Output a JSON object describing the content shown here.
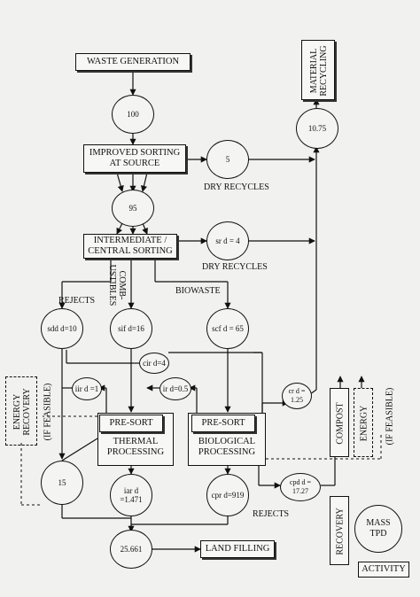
{
  "boxes": {
    "waste_generation": "WASTE GENERATION",
    "improved_sorting": "IMPROVED SORTING\nAT SOURCE",
    "intermediate_sorting": "INTERMEDIATE /\nCENTRAL SORTING",
    "presort_thermal": "PRE-SORT",
    "thermal_processing": "THERMAL\nPROCESSING",
    "presort_biological": "PRE-SORT",
    "biological_processing": "BIOLOGICAL\nPROCESSING",
    "land_filling": "LAND FILLING",
    "material_recycling": "MATERIAL\nRECYCLING",
    "energy_recovery_left": "ENERGY\nRECOVERY",
    "if_feasible_left": "(IF FEASIBLE)",
    "compost": "COMPOST",
    "energy_right": "ENERGY",
    "if_feasible_right": "(IF FEASIBLE)",
    "recovery": "RECOVERY",
    "mass_tpd": "MASS\nTPD",
    "activity": "ACTIVITY"
  },
  "circles": {
    "c100": "100",
    "c5": "5",
    "c95": "95",
    "c1075": "10.75",
    "sr_d": "sr d = 4",
    "sdd_d": "sdd d=10",
    "sif_d": "sif d=16",
    "scf_d": "scf d = 65",
    "cir_d": "cir d=4",
    "iir_d": "iir d =1",
    "ir_d": "ir d=0.5",
    "cr_d": "cr d =\n1.25",
    "c15": "15",
    "iar_d": "iar d\n=1.471",
    "cpr_d": "cpr d=919",
    "cpd_d": "cpd d =\n17.27",
    "c25661": "25.661"
  },
  "labels": {
    "dry_recycles_1": "DRY RECYCLES",
    "dry_recycles_2": "DRY RECYCLES",
    "rejects_top": "REJECTS",
    "combustibles": "COMB-\nUSTIBLES",
    "biowaste": "BIOWASTE",
    "rejects_bottom": "REJECTS"
  },
  "colors": {
    "ink": "#111111",
    "paper": "#f1f1ef"
  }
}
